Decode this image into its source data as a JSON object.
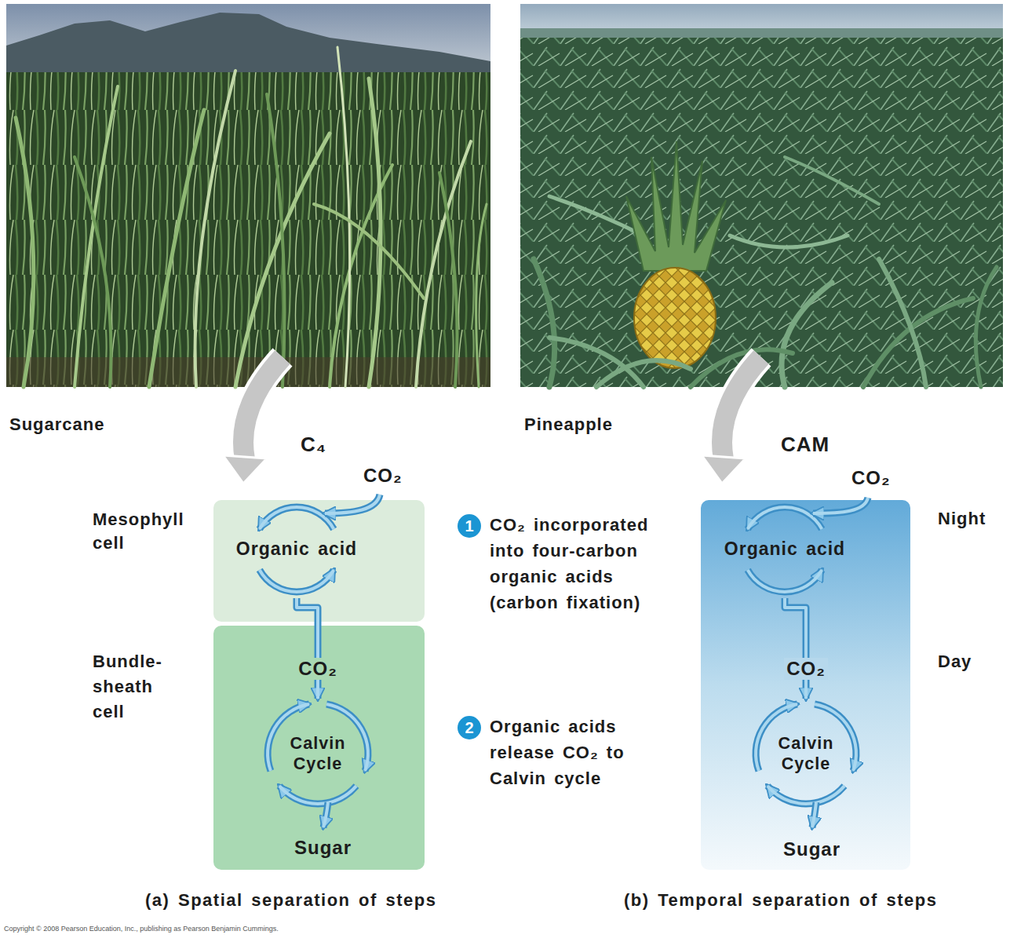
{
  "diagram": {
    "nodes": [
      {
        "text": [
          "Mesophyll cell"
        ]
      },
      {
        "text": [
          "Organic acid"
        ],
        "in": 0
      },
      {
        "text": [
          "Bundle-sheath cell"
        ]
      },
      {
        "text": [
          "Calvin Cycle"
        ],
        "in": 2
      },
      {
        "text": [
          "1",
          "CO₂ incorporated into four-carbon organic acids (carbon fixation)"
        ]
      },
      {
        "text": [
          "2",
          "Organic acids release CO₂ to Calvin cycle"
        ]
      },
      {
        "text": [
          "Night",
          "Day"
        ]
      },
      {
        "text": [
          "Organic acid"
        ],
        "in": 6
      },
      {
        "text": [
          "Calvin Cycle"
        ],
        "in": 6
      }
    ],
    "edges": [
      {
        "from": 1,
        "to": 3,
        "arrow": "to",
        "label": "CO₂"
      },
      {
        "from": 7,
        "to": 8,
        "arrow": "to",
        "label": "CO₂"
      }
    ],
    "labels": [
      "Sugarcane",
      "C₄",
      "Pineapple",
      "CAM",
      "CO₂",
      "CO₂",
      "Sugar",
      "Sugar",
      "(a) Spatial separation of steps",
      "(b) Temporal separation of steps",
      "Copyright © 2008 Pearson Education, Inc., publishing as Pearson Benjamin Cummings."
    ]
  }
}
